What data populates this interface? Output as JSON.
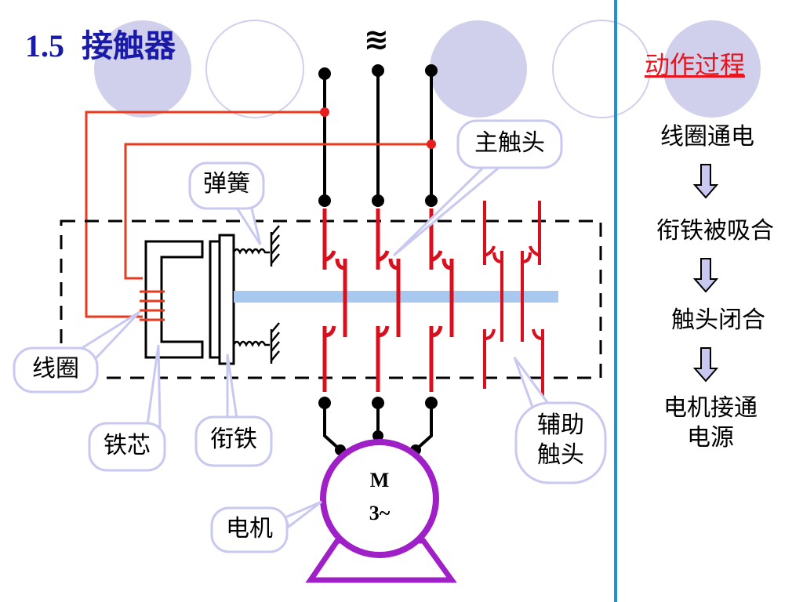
{
  "title": {
    "number": "1.5",
    "text": "接触器"
  },
  "ac_symbol": "≋",
  "side_panel": {
    "heading": "动作过程",
    "steps": [
      "线圈通电",
      "衔铁被吸合",
      "触头闭合",
      "电机接通\n电源"
    ]
  },
  "labels": {
    "spring": "弹簧",
    "main_contact": "主触头",
    "coil": "线圈",
    "core": "铁芯",
    "armature": "衔铁",
    "aux_contact": "辅助\n触头",
    "motor": "电机"
  },
  "motor_symbol": {
    "line1": "M",
    "line2": "3~"
  },
  "colors": {
    "title": "#1a1aa8",
    "heading": "#e8141e",
    "wire_red": "#e83a1e",
    "contact_red": "#d8101e",
    "motor_purple": "#a020c8",
    "bar_blue": "#a8c8f0",
    "bubble_border": "#c8c8f0",
    "deco_circle": "#d0d0ec",
    "divider": "#1e90d8",
    "arrow_fill": "#c8c8f0"
  }
}
